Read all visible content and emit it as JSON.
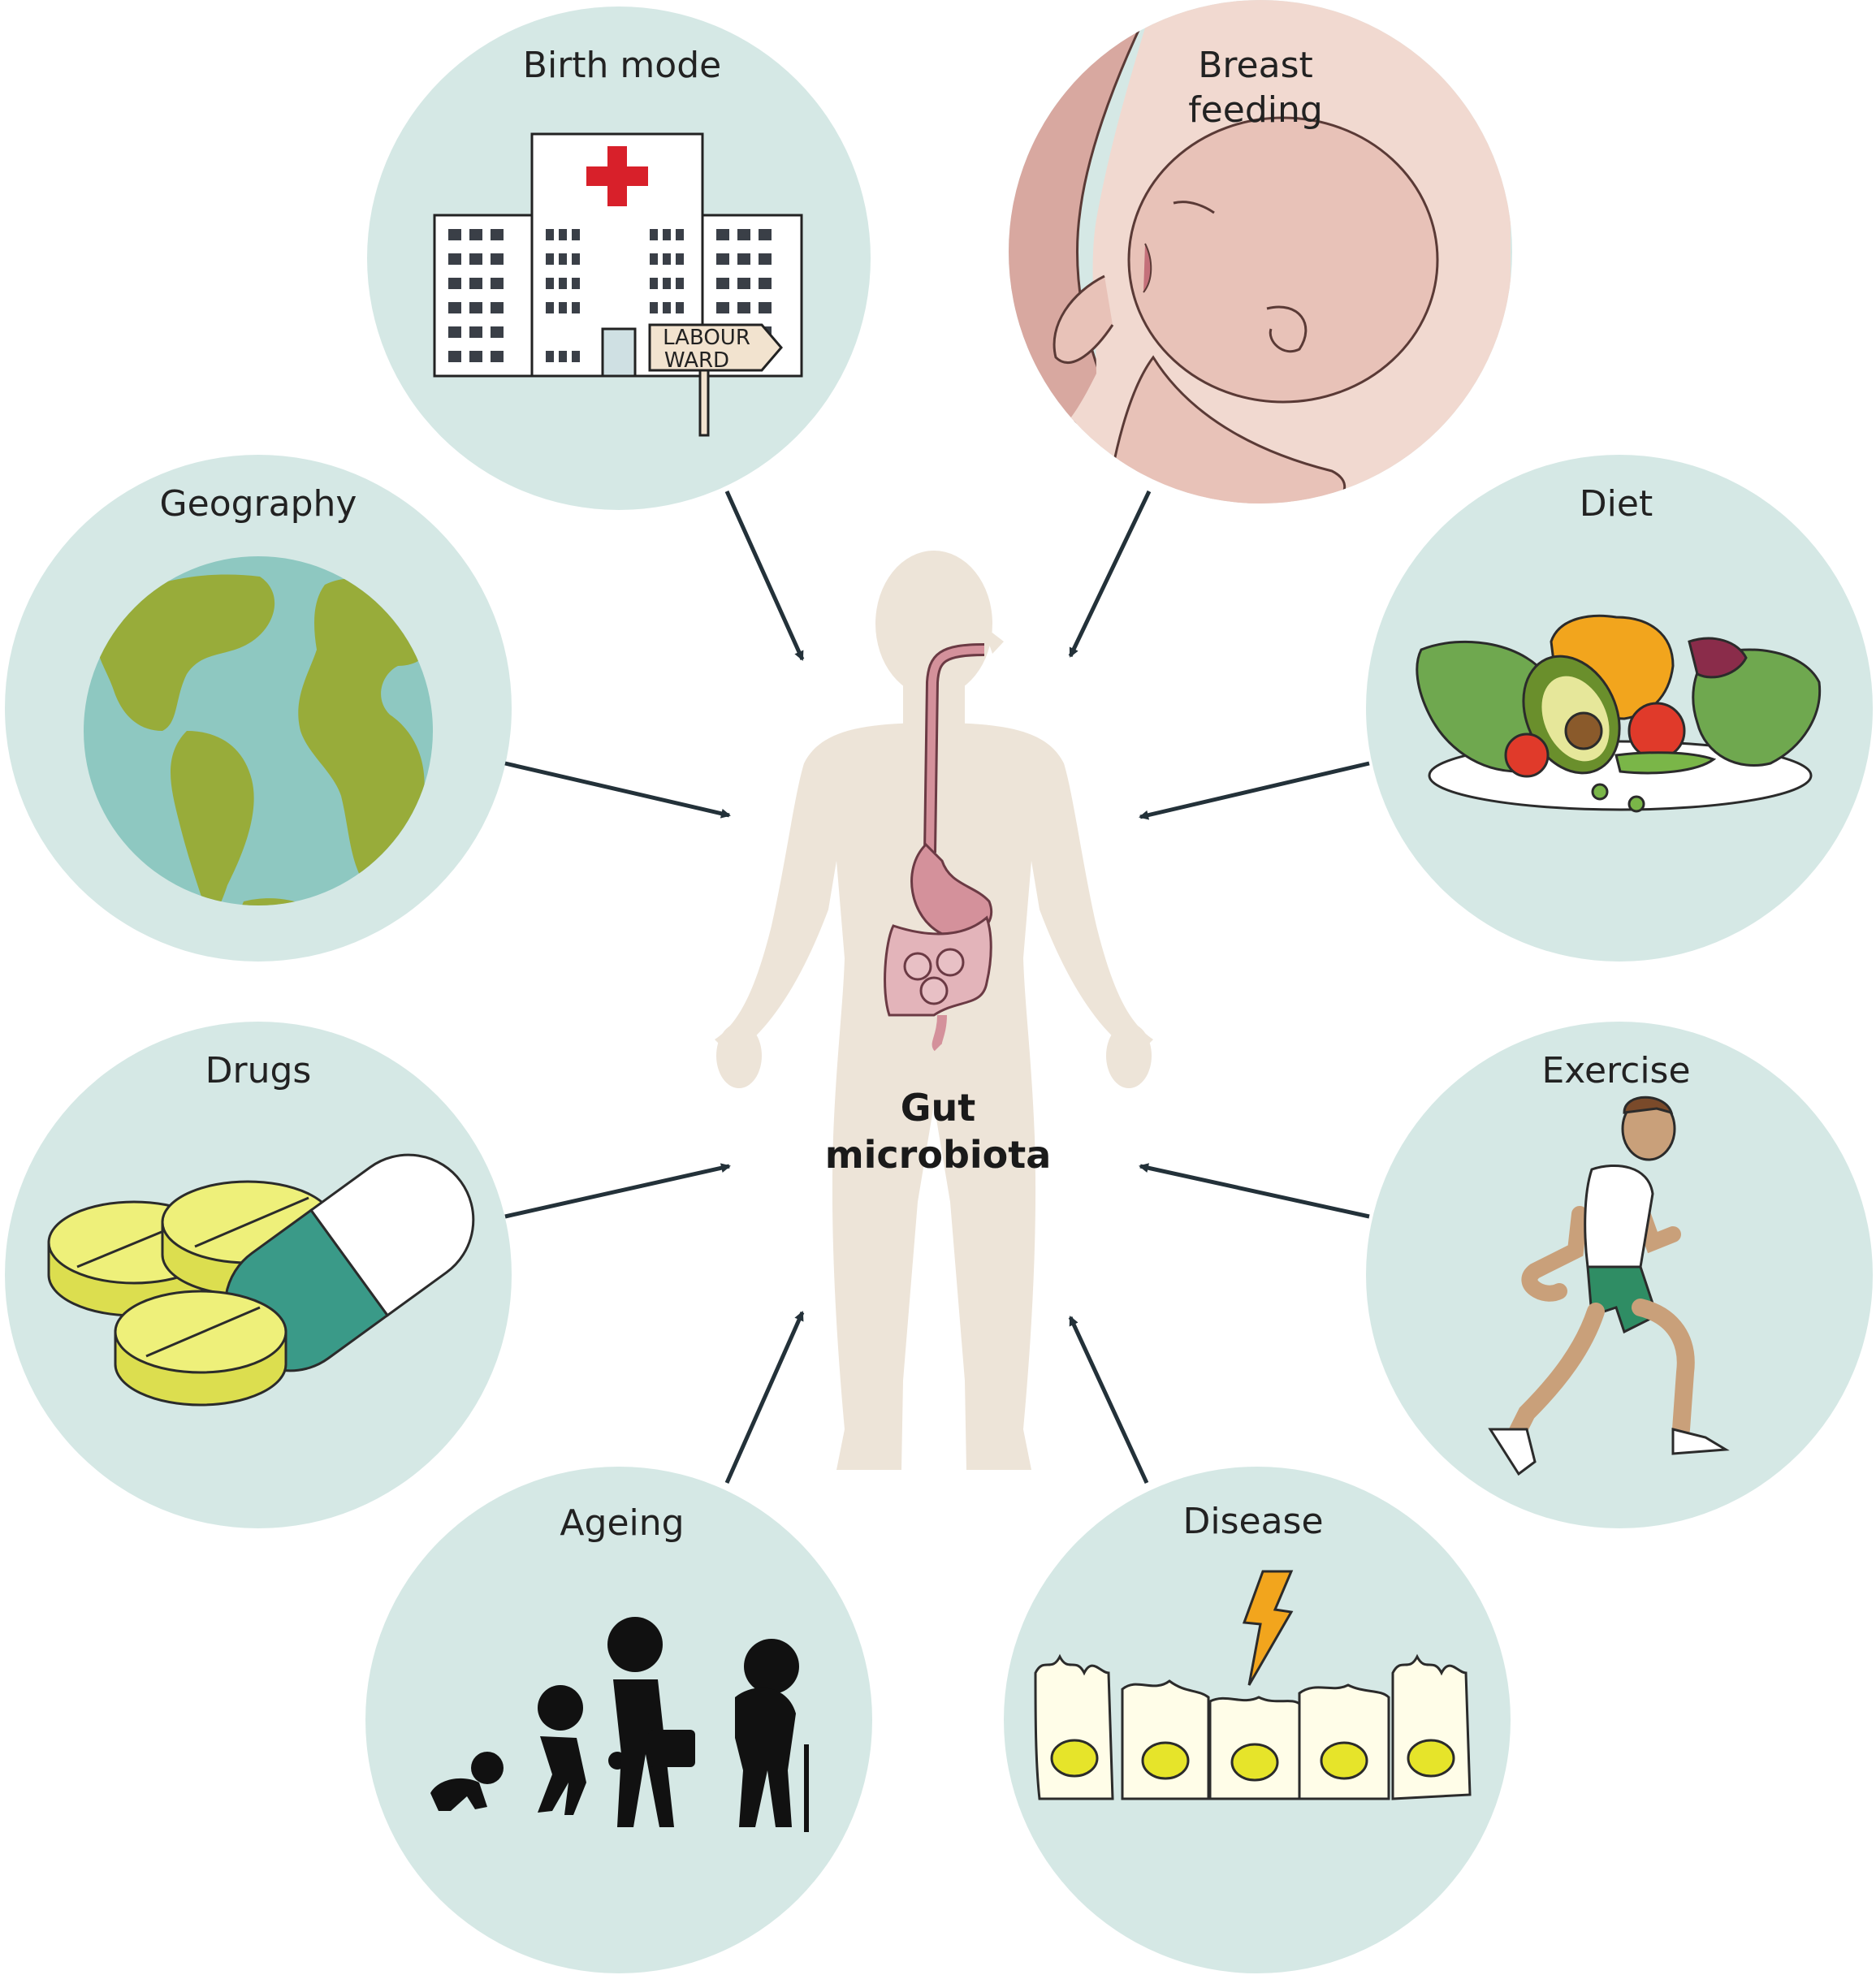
{
  "center": {
    "label_line1": "Gut",
    "label_line2": "microbiota"
  },
  "factors": {
    "birth_mode": {
      "label": "Birth mode",
      "sign_line1": "LABOUR",
      "sign_line2": "WARD"
    },
    "breast_feeding": {
      "label_line1": "Breast",
      "label_line2": "feeding"
    },
    "geography": {
      "label": "Geography"
    },
    "diet": {
      "label": "Diet"
    },
    "drugs": {
      "label": "Drugs"
    },
    "exercise": {
      "label": "Exercise"
    },
    "ageing": {
      "label": "Ageing"
    },
    "disease": {
      "label": "Disease"
    }
  },
  "colors": {
    "circle_fill": "#d5e8e5",
    "body_fill": "#ede4d8",
    "gut_fill": "#d4919b",
    "arrow": "#233139",
    "globe_ocean": "#8ec8c1",
    "globe_land": "#98ac3a",
    "pill_yellow": "#eef07a",
    "capsule_teal": "#3a9a88",
    "hospital_cross": "#d8202a",
    "lightning": "#f2a51d",
    "nucleus": "#e6e42a",
    "runner_shorts": "#2f8d64"
  }
}
